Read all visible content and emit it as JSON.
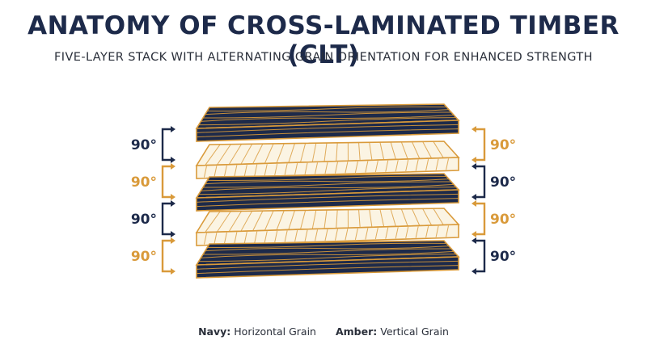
{
  "title": "ANATOMY OF CROSS-LAMINATED TIMBER (CLT)",
  "subtitle": "FIVE-LAYER STACK WITH ALTERNATING GRAIN ORIENTATION FOR ENHANCED STRENGTH",
  "colors": {
    "navy": "#1d2a4a",
    "amber": "#d99a3a",
    "light_wood": "#fbf4e3",
    "text": "#2a2f3a"
  },
  "left_angles": [
    {
      "label": "90°",
      "color": "navy"
    },
    {
      "label": "90°",
      "color": "amber"
    },
    {
      "label": "90°",
      "color": "navy"
    },
    {
      "label": "90°",
      "color": "amber"
    }
  ],
  "right_angles": [
    {
      "label": "90°",
      "color": "amber"
    },
    {
      "label": "90°",
      "color": "navy"
    },
    {
      "label": "90°",
      "color": "amber"
    },
    {
      "label": "90°",
      "color": "navy"
    }
  ],
  "legend": {
    "navy_key": "Navy:",
    "navy_text": "Horizontal Grain",
    "amber_key": "Amber:",
    "amber_text": "Vertical Grain"
  }
}
